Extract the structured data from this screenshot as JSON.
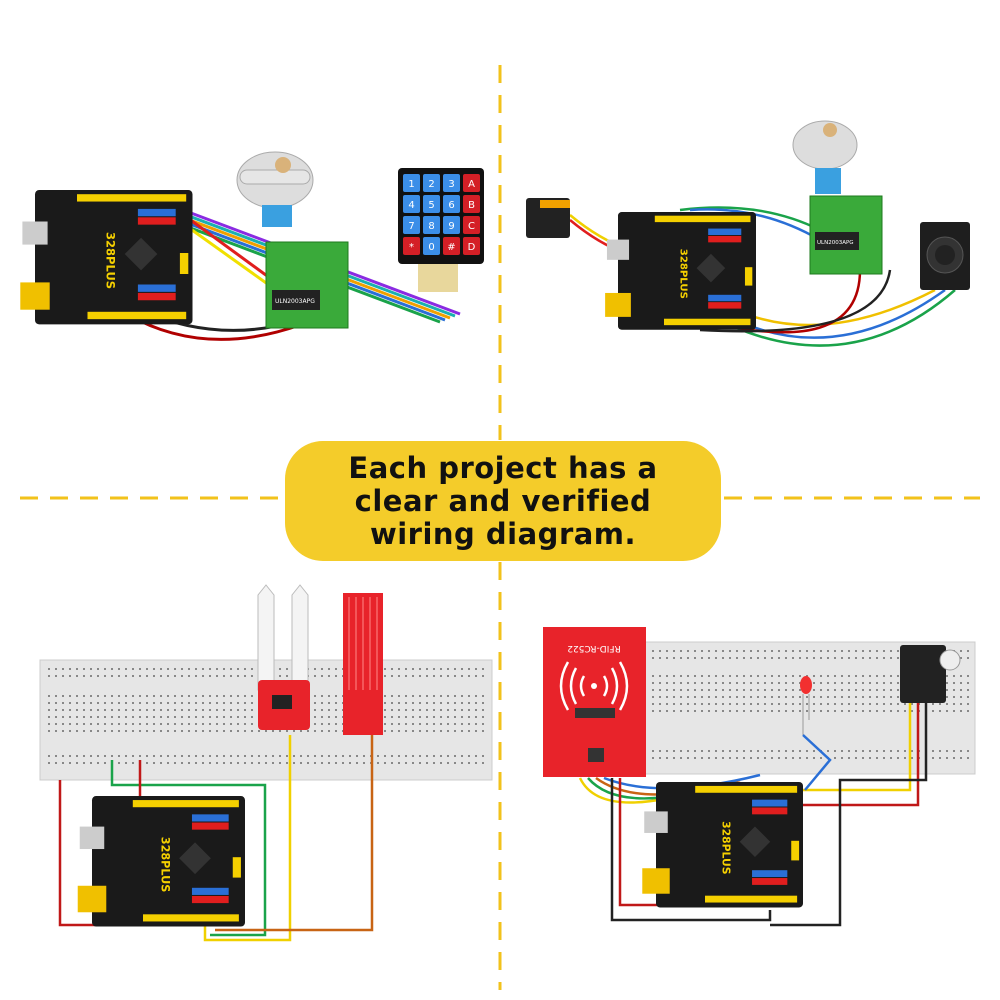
{
  "banner": {
    "text": "Each project has a clear and verified wiring diagram."
  },
  "board": {
    "label": "328PLUS"
  },
  "keypad": {
    "keys": [
      "1",
      "2",
      "3",
      "A",
      "4",
      "5",
      "6",
      "B",
      "7",
      "8",
      "9",
      "C",
      "*",
      "0",
      "#",
      "D"
    ]
  },
  "driver": {
    "chip_label": "ULN2003APG"
  },
  "rfid": {
    "label": "RFID-RC522"
  },
  "colors": {
    "accent": "#f4cc2a",
    "divider": "#f2c21b",
    "board": "#1a1a1a",
    "header": "#f5d000",
    "sensor_red": "#e8232a",
    "keypad_blue": "#3b8ee8",
    "keypad_red": "#d41f26"
  }
}
